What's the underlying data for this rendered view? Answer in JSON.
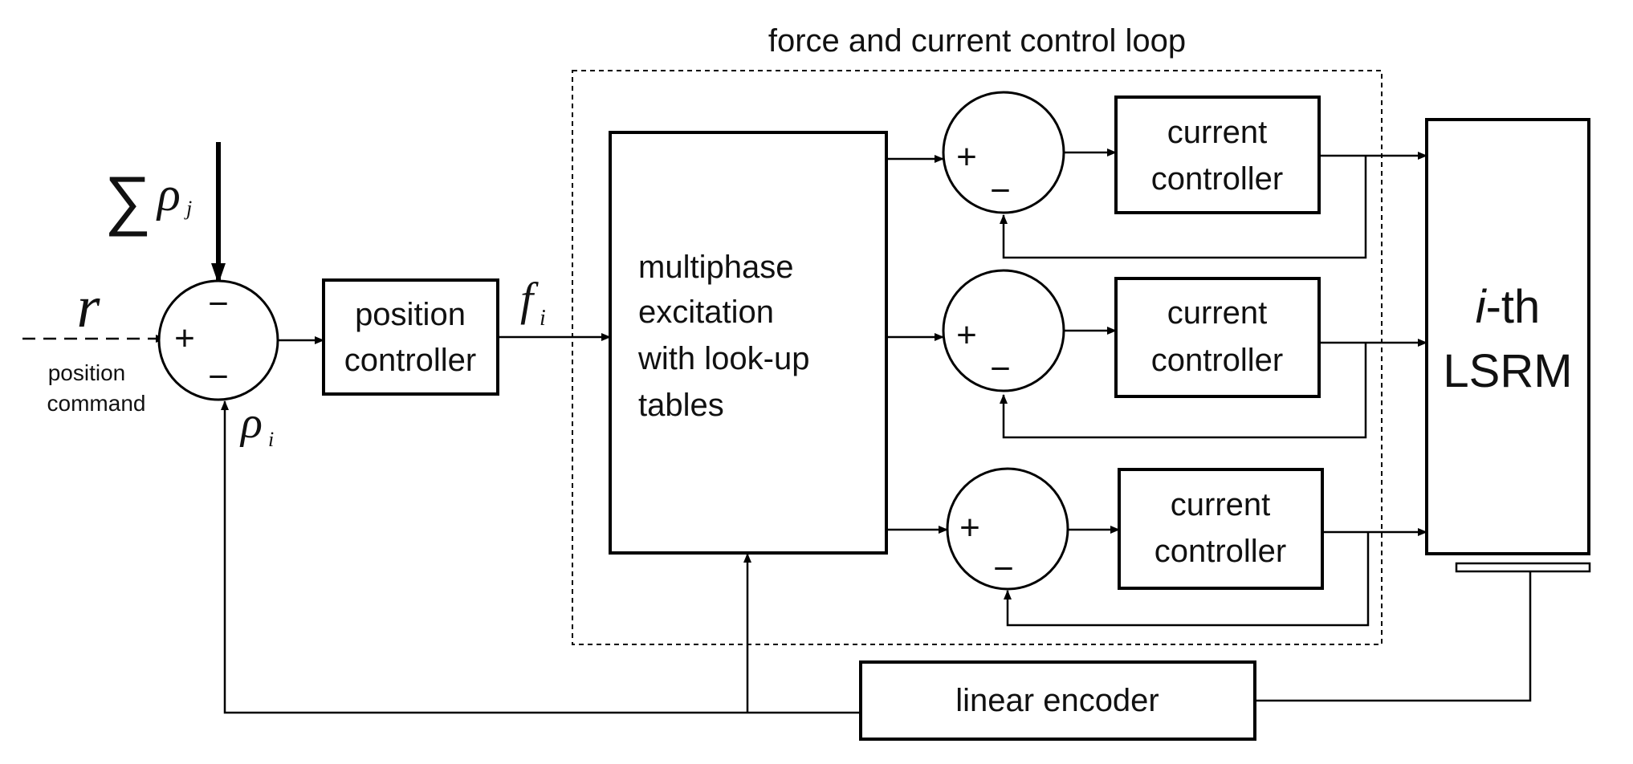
{
  "loop_title": "force and current control loop",
  "input": {
    "symbol": "r",
    "label_line1": "position",
    "label_line2": "command"
  },
  "disturbance": {
    "sum_symbol": "∑",
    "rho": "ρ",
    "subscript": "j"
  },
  "feedback": {
    "rho": "ρ",
    "subscript": "i"
  },
  "position_controller": {
    "line1": "position",
    "line2": "controller"
  },
  "force_signal": {
    "symbol": "f",
    "subscript": "i"
  },
  "multiphase": {
    "line1": "multiphase",
    "line2": "excitation",
    "line3": "with look-up",
    "line4": "tables"
  },
  "current_controllers": [
    {
      "line1": "current",
      "line2": "controller"
    },
    {
      "line1": "current",
      "line2": "controller"
    },
    {
      "line1": "current",
      "line2": "controller"
    }
  ],
  "motor": {
    "line1_italic": "i",
    "line1_rest": "-th",
    "line2": "LSRM"
  },
  "encoder": {
    "label": "linear encoder"
  },
  "signs": {
    "plus": "+",
    "minus": "−"
  }
}
